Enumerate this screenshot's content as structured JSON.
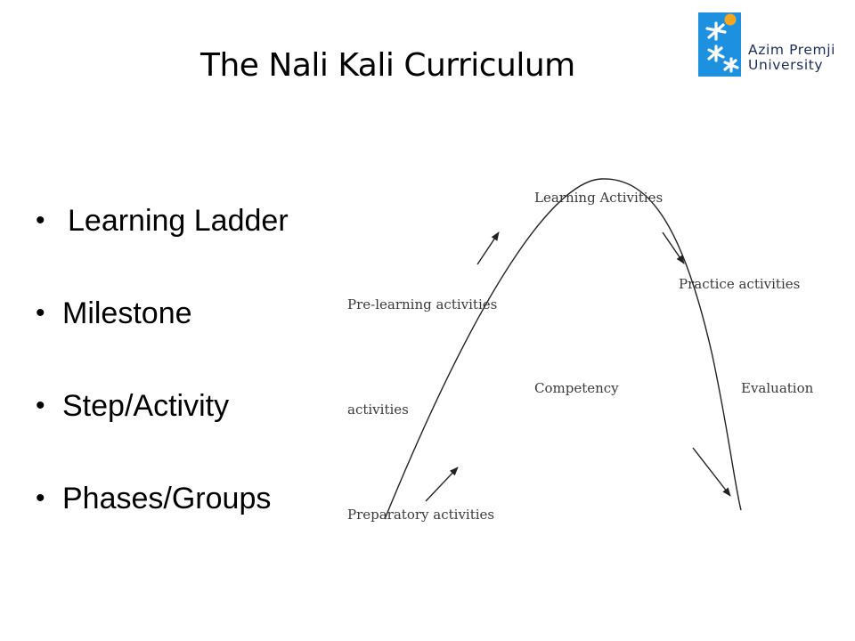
{
  "slide": {
    "title": "The Nali Kali Curriculum"
  },
  "logo": {
    "line1": "Azim Premji",
    "line2": "University",
    "accent_color": "#1e90e0",
    "dot_color": "#f5a623",
    "text_color": "#1c2a5c"
  },
  "bullets": [
    {
      "text": "Learning Ladder"
    },
    {
      "text": "Milestone"
    },
    {
      "text": "Step/Activity"
    },
    {
      "text": "Phases/Groups"
    }
  ],
  "bullet_glyph": "•",
  "diagram": {
    "labels": {
      "learning": "Learning Activities",
      "practice": "Practice activities",
      "pre_learning": "Pre-learning activities",
      "competency": "Competency",
      "evaluation": "Evaluation",
      "activities": "activities",
      "preparatory": "Preparatory activities"
    }
  }
}
